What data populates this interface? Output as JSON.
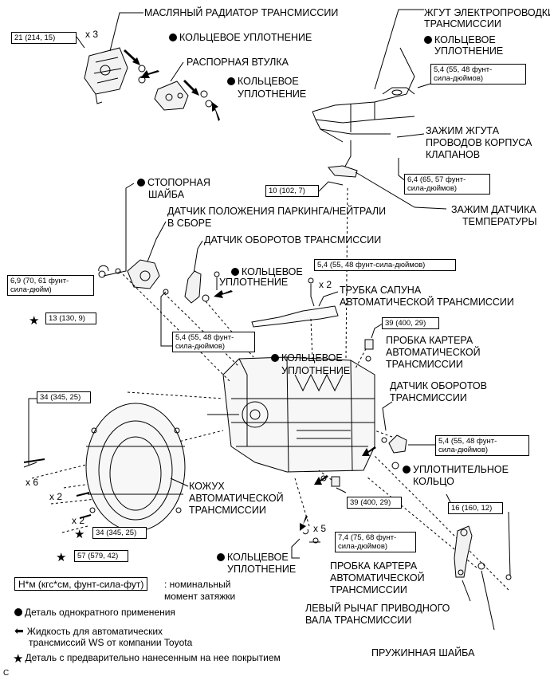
{
  "labels": {
    "oil_cooler": "МАСЛЯНЫЙ РАДИАТОР ТРАНСМИССИИ",
    "o_ring_1": "КОЛЬЦЕВОЕ УПЛОТНЕНИЕ",
    "spacer": "РАСПОРНАЯ ВТУЛКА",
    "o_ring_2_l1": "КОЛЬЦЕВОЕ",
    "o_ring_2_l2": "УПЛОТНЕНИЕ",
    "wire_harness_l1": "ЖГУТ ЭЛЕКТРОПРОВОДКИ",
    "wire_harness_l2": "ТРАНСМИССИИ",
    "o_ring_3_l1": "КОЛЬЦЕВОЕ",
    "o_ring_3_l2": "УПЛОТНЕНИЕ",
    "harness_clamp_l1": "ЗАЖИМ ЖГУТА",
    "harness_clamp_l2": "ПРОВОДОВ КОРПУСА",
    "harness_clamp_l3": "КЛАПАНОВ",
    "temp_clamp_l1": "ЗАЖИМ ДАТЧИКА",
    "temp_clamp_l2": "ТЕМПЕРАТУРЫ",
    "lock_washer_l1": "СТОПОРНАЯ",
    "lock_washer_l2": "ШАЙБА",
    "park_neutral_l1": "ДАТЧИК ПОЛОЖЕНИЯ ПАРКИНГА/НЕЙТРАЛИ",
    "park_neutral_l2": "В СБОРЕ",
    "speed_sensor_1": "ДАТЧИК ОБОРОТОВ ТРАНСМИССИИ",
    "o_ring_4_l1": "КОЛЬЦЕВОЕ",
    "o_ring_4_l2": "УПЛОТНЕНИЕ",
    "breather_l1": "ТРУБКА САПУНА",
    "breather_l2": "АВТОМАТИЧЕСКОЙ ТРАНСМИССИИ",
    "drain_plug_1_l1": "ПРОБКА КАРТЕРА",
    "drain_plug_1_l2": "АВТОМАТИЧЕСКОЙ",
    "drain_plug_1_l3": "ТРАНСМИССИИ",
    "o_ring_5_l1": "КОЛЬЦЕВОЕ",
    "o_ring_5_l2": "УПЛОТНЕНИЕ",
    "speed_sensor_2_l1": "ДАТЧИК ОБОРОТОВ",
    "speed_sensor_2_l2": "ТРАНСМИССИИ",
    "seal_ring_l1": "УПЛОТНИТЕЛЬНОЕ",
    "seal_ring_l2": "КОЛЬЦО",
    "housing_l1": "КОЖУХ",
    "housing_l2": "АВТОМАТИЧЕСКОЙ",
    "housing_l3": "ТРАНСМИССИИ",
    "o_ring_6_l1": "КОЛЬЦЕВОЕ",
    "o_ring_6_l2": "УПЛОТНЕНИЕ",
    "drain_plug_2_l1": "ПРОБКА КАРТЕРА",
    "drain_plug_2_l2": "АВТОМАТИЧЕСКОЙ",
    "drain_plug_2_l3": "ТРАНСМИССИИ",
    "lever_l1": "ЛЕВЫЙ РЫЧАГ ПРИВОДНОГО",
    "lever_l2": "ВАЛА ТРАНСМИССИИ",
    "spring_washer": "ПРУЖИННАЯ ШАЙБА"
  },
  "torque": {
    "t1": "21 (214, 15)",
    "t2": "5,4 (55, 48 фунт-",
    "t2b": "сила-дюймов)",
    "t3a": "6,4 (65, 57 фунт-",
    "t3b": "сила-дюймов)",
    "t4": "10 (102, 7)",
    "t5a": "6,9 (70, 61 фунт-",
    "t5b": "сила-дюйм)",
    "t6": "13 (130, 9)",
    "t7": "5,4 (55, 48 фунт-сила-дюймов)",
    "t8a": "5,4 (55, 48 фунт-",
    "t8b": "сила-дюймов)",
    "t9": "39 (400, 29)",
    "t10": "34 (345, 25)",
    "t11a": "5,4 (55, 48 фунт-",
    "t11b": "сила-дюймов)",
    "t12": "39 (400, 29)",
    "t13": "16 (160, 12)",
    "t14": "34 (345, 25)",
    "t15a": "7,4 (75, 68 фунт-",
    "t15b": "сила-дюймов)",
    "t16": "57 (579, 42)"
  },
  "quantities": {
    "q1": "x 3",
    "q2": "x 2",
    "q3": "x 6",
    "q4": "x 2",
    "q5": "x 2",
    "q6": "x 5"
  },
  "legend": {
    "torque_box": "Н*м (кгс*см, фунт-сила-фут)",
    "torque_desc_l1": ": номинальный",
    "torque_desc_l2": "момент затяжки",
    "non_reusable": "Деталь однократного применения",
    "fluid_l1": "Жидкость для автоматических",
    "fluid_l2": "трансмиссий WS от компании Toyota",
    "precoated": "Деталь с предварительно нанесенным на нее покрытием"
  },
  "corner_code": "C"
}
